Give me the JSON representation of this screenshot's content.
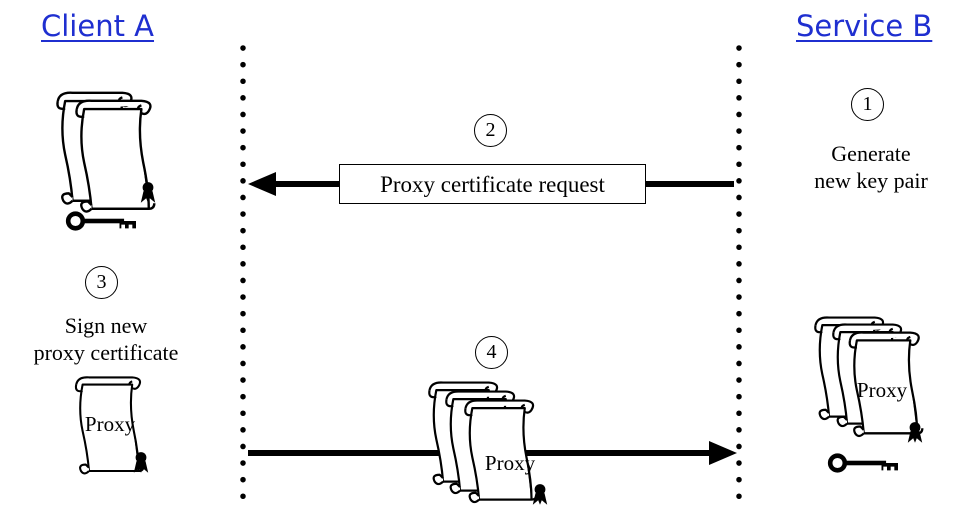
{
  "participants": {
    "client": "Client A",
    "service": "Service B"
  },
  "steps": [
    {
      "number": "1",
      "lines": [
        "Generate",
        "new key pair"
      ]
    },
    {
      "number": "2",
      "message": "Proxy certificate request"
    },
    {
      "number": "3",
      "lines": [
        "Sign new",
        "proxy certificate"
      ]
    },
    {
      "number": "4"
    }
  ],
  "certificate_label": "Proxy",
  "colors": {
    "heading": "#1f2fd0",
    "ink": "#000000",
    "background": "#ffffff"
  },
  "icons": [
    "certificate-scroll-icon",
    "key-icon",
    "seal-icon"
  ]
}
